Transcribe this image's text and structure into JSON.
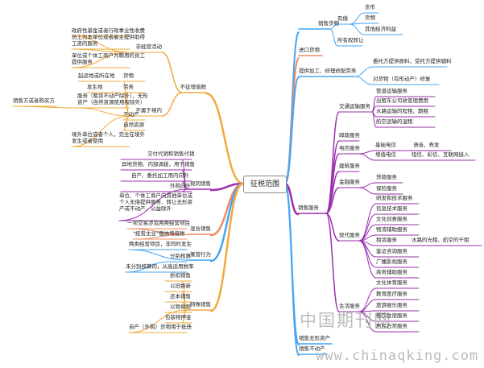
{
  "center": "征税范围",
  "colors": {
    "orange": "#f2a93b",
    "purple": "#9b2fae",
    "blue": "#42a5f5",
    "salmon": "#f08c63",
    "green": "#44a340",
    "gray": "#888888"
  },
  "nodes": {
    "sales_goods": "销售货物",
    "ownership": "有偿",
    "currency": "货币",
    "goods": "货物",
    "other_benefit": "其他经济利益",
    "transfer_own": "所有权转让",
    "import_goods": "进口货物",
    "processing": "提供加工、修理修配劳务",
    "proc_entrust": "委托方提供原料，受托方提供辅料",
    "repair_obj": "对货物（有形动产）修复",
    "sales_services": "销售服务",
    "transport": "交通运输服务",
    "t1": "管道运输服务",
    "t2": "出租车公司收管理费用",
    "t3": "水路运输的程租、期租",
    "t4": "航空运输的湿租",
    "postal": "邮政服务",
    "telecom": "电信服务",
    "tele_basic": "基础电信",
    "tele_basic_d": "语音、寄发",
    "tele_add": "增值电信",
    "tele_add_d": "短信、彩信、互联网接入",
    "construction": "建筑服务",
    "finance": "金融服务",
    "fin1": "贷款服务",
    "fin2": "保险服务",
    "modern": "现代服务",
    "m1": "研发和技术服务",
    "m2": "信息技术服务",
    "m3": "文化创意服务",
    "m4": "物流辅助服务",
    "m5": "租赁服务",
    "m5_d": "水路的光租、航空的干租",
    "m6": "鉴证咨询服务",
    "m7": "广播影视服务",
    "m8": "商务辅助服务",
    "life": "生活服务",
    "l1": "文化体育服务",
    "l2": "教育医疗服务",
    "l3": "旅游娱乐服务",
    "l4": "餐饮住宿服务",
    "l5": "居民日常服务",
    "intangible": "销售无形资产",
    "realestate": "销售不动产",
    "not_taxed": "不征增值税",
    "non_operating": "非经营活动",
    "no1": "政府性基金或者行政事业性收费",
    "no2": "员工为本单位或者雇主提供取得\n工资的服务",
    "no3": "单位或个体工商户为聘用的员工\n提供服务",
    "not_in_country": "不属于境内",
    "nic_goods": "货物",
    "nic_goods_d": "起运地或所在地",
    "nic_labor": "劳务",
    "nic_labor_d": "发生地",
    "nic_service": "服务（租赁不动产除外）、无形\n资产（自然资源使用权除外）",
    "nic_service_d": "销售方或者购买方",
    "nic_realestate": "不动产",
    "nic_natural": "自然资源",
    "nic_abroad": "境外单位或者个人，完全在境外\n发生或者使用",
    "deemed": "视同销售",
    "d1": "交付代销和销售代销",
    "d2": "异地货物、内部调拨，用于销售",
    "d3": "自产、委托加工用内向外",
    "d4": "外购向外",
    "d5": "单位、个体工商户向其他单位或\n个人无偿提供服务、转让无形资\n产或不动产，公益除外",
    "mixed": "混合销售",
    "mx1": "一项交易涉及两类经营项目",
    "mx2": "\"经营主业\"缴纳增值税",
    "concurrent": "兼营行为",
    "cc1": "两类经营项目，非同时发生",
    "cc2": "分别核算",
    "cc3": "未分别核算的，从高适用税率",
    "special": "特殊销售",
    "s1": "折扣销售",
    "s2": "以旧换新",
    "s3": "还本销售",
    "s4": "以物易物",
    "s5": "包装物押金",
    "s6": "自产（外购）货物用于抵债"
  },
  "watermark": {
    "cn": "中国期刊网",
    "url": "www.chinaqking.com"
  }
}
